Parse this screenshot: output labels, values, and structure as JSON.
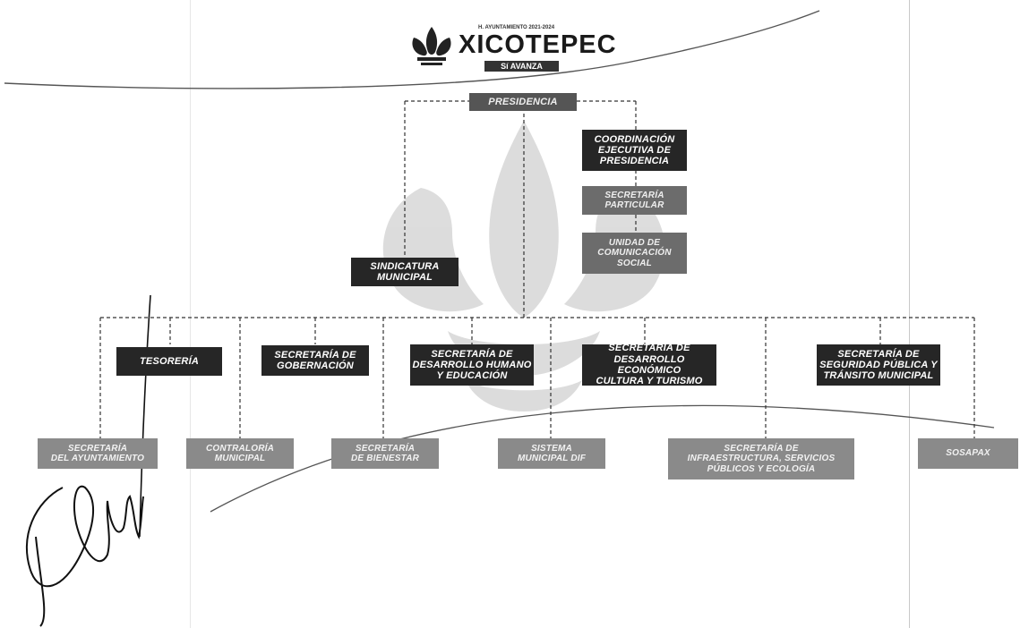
{
  "header": {
    "ayuntamiento": "H. AYUNTAMIENTO 2021-2024",
    "municipio": "XICOTEPEC",
    "slogan": "Sí AVANZA"
  },
  "org": {
    "presidencia": "PRESIDENCIA",
    "coordinacion": "COORDINACIÓN\nEJECUTIVA DE\nPRESIDENCIA",
    "particular": "SECRETARÍA\nPARTICULAR",
    "comunicacion": "UNIDAD DE\nCOMUNICACIÓN\nSOCIAL",
    "sindicatura": "SINDICATURA\nMUNICIPAL",
    "tesoreria": "TESORERÍA",
    "gobernacion": "SECRETARÍA DE\nGOBERNACIÓN",
    "desarrollo_humano": "SECRETARÍA DE\nDESARROLLO HUMANO\nY EDUCACIÓN",
    "desarrollo_economico": "SECRETARÍA DE\nDESARROLLO ECONÓMICO\nCULTURA Y TURISMO",
    "seguridad": "SECRETARÍA DE\nSEGURIDAD PÚBLICA Y\nTRÁNSITO MUNICIPAL",
    "ayuntamiento": "SECRETARÍA\nDEL AYUNTAMIENTO",
    "contraloria": "CONTRALORÍA\nMUNICIPAL",
    "bienestar": "SECRETARÍA\nDE BIENESTAR",
    "dif": "SISTEMA\nMUNICIPAL DIF",
    "infraestructura": "SECRETARÍA DE\nINFRAESTRUCTURA, SERVICIOS\nPÚBLICOS Y ECOLOGÍA",
    "sosapax": "SOSAPAX"
  },
  "colors": {
    "dark_box": "#262626",
    "gray_box": "#6c6c6c",
    "light_box": "#8a8a8a",
    "connector": "#333333",
    "watermark": "#d6d6d6"
  }
}
